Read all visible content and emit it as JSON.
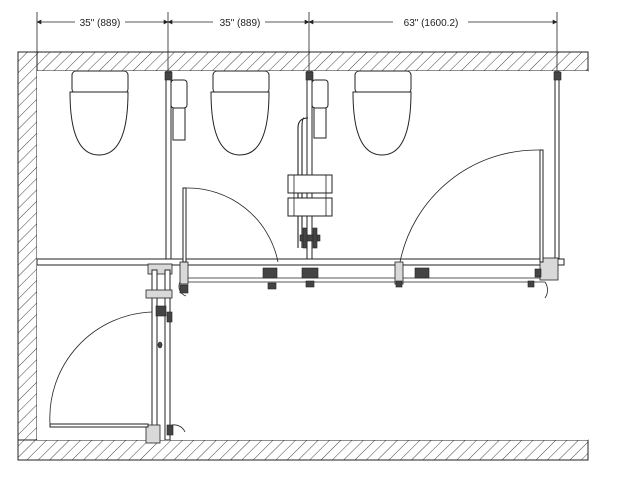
{
  "dimensions": [
    {
      "label": "35\" (889)"
    },
    {
      "label": "35\" (889)"
    },
    {
      "label": "63\" (1600.2)"
    }
  ],
  "colors": {
    "line": "#222222",
    "hatch": "#444444",
    "background": "#ffffff",
    "fixture_fill": "#d9d9d9"
  },
  "icons": [
    "toilet-icon",
    "paper-dispenser-icon",
    "grab-bar-icon",
    "door-swing-icon",
    "hinge-icon",
    "latch-icon"
  ]
}
